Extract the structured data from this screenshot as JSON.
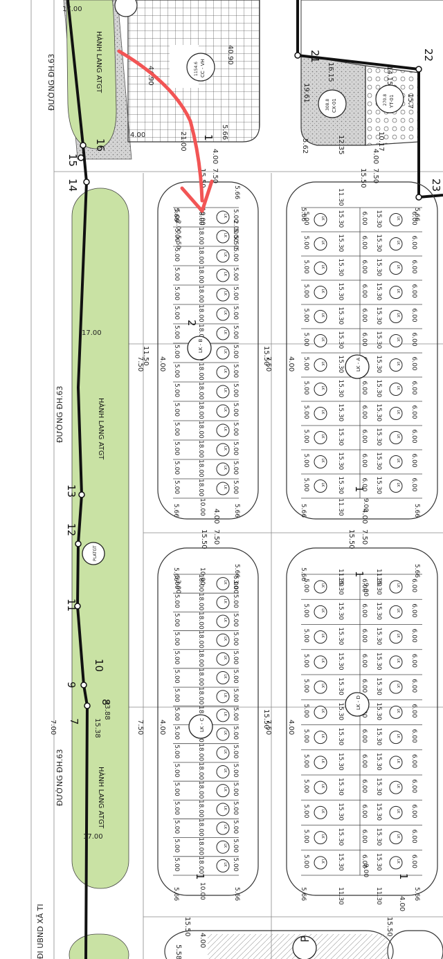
{
  "roads": {
    "dh63_top": "ĐƯỜNG ĐH.63",
    "dh63_mid": "ĐƯỜNG ĐH.63",
    "dh63_bot": "ĐƯỜNG ĐH.63",
    "ubnd": "ĐI UBND XÃ TI"
  },
  "green_strips": {
    "top": "HÀNH LANG ATGT",
    "mid": "HÀNH LANG ATGT",
    "bot": "HÀNH LANG ATGT"
  },
  "top_plots": {
    "cc_vh_code": "CC - VH",
    "cc_vh_area": "1154.6",
    "cx_code": "CX-01",
    "cx_area": "308.8",
    "yt_code": "YT-01",
    "yt_area": "270.8",
    "dim_44_90": "44.90",
    "dim_40_90": "40.90",
    "dim_4_00": "4.00",
    "dim_21_00": "21.00",
    "dim_19_61": "19.61",
    "dim_16_15": "16.15",
    "dim_12_35": "12.35",
    "dim_10_17": "10.17",
    "dim_14_15": "14.15",
    "dim_15_7": "15.7",
    "dim_5_62": "5.62",
    "dim_5_66": "5.66",
    "dim_17_00": "17.00"
  },
  "points": {
    "p21": "21",
    "p22": "22",
    "p23": "23",
    "p16": "16",
    "p15": "15",
    "p14": "14",
    "p13": "13",
    "p12": "12",
    "p11": "11",
    "p10": "10",
    "p9": "9",
    "p8": "8",
    "p7": "7",
    "p2": "2",
    "p1a": "1",
    "p1b": "1",
    "p1c": "1",
    "p1d": "1",
    "p1e": "1"
  },
  "block_labels": {
    "lkb": "LK - B",
    "lka": "LK - A",
    "lkc": "LK - C",
    "lkd": "LK - D",
    "plat": "PLATGT",
    "p_letter": "P"
  },
  "dims": {
    "d5_00": "5.00",
    "d6_00": "6.00",
    "d18_00": "18.00",
    "d15_30": "15.30",
    "d5_50": "5.50",
    "d2_00": "2.00",
    "d3_00": "3.00",
    "d9_00": "9.00",
    "d10_00": "10.00",
    "d11_30": "11.30",
    "d11_50": "11.50",
    "d15_50": "15.50",
    "d7_50": "7.50",
    "d4_00": "4.00",
    "d5_66": "5.66",
    "d17_00": "17.00",
    "d7_00": "7.00",
    "d33_88": "33.88",
    "d15_38": "15.38",
    "d5_58": "5.58"
  },
  "lot_code": "LK"
}
